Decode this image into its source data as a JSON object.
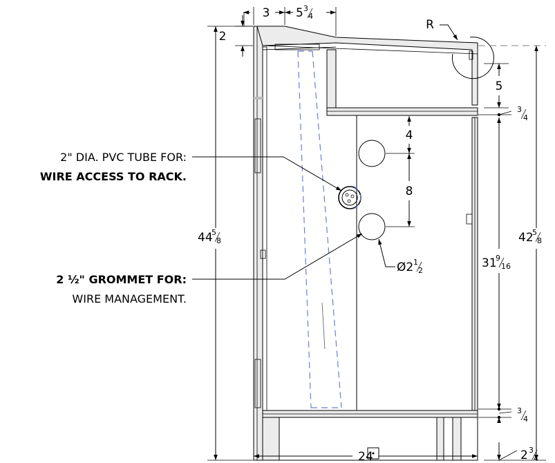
{
  "callouts": {
    "pvc_line1": "2\" DIA. PVC TUBE FOR:",
    "pvc_line2": "WIRE ACCESS TO RACK.",
    "grommet_line1": "2 ½\" GROMMET FOR:",
    "grommet_line2": "WIRE MANAGEMENT."
  },
  "dimensions": {
    "top_offset": "3",
    "top_width_whole": "5",
    "top_width_frac": "3",
    "top_width_den": "4",
    "lip_height": "2",
    "radius_label": "R",
    "slope_drop": "5",
    "shelf_thk_upper_num": "3",
    "shelf_thk_upper_den": "4",
    "grommet_top_offset": "4",
    "grommet_spacing": "8",
    "grommet_dia_prefix": "Ø2",
    "grommet_dia_num": "1",
    "grommet_dia_den": "2",
    "overall_height_whole": "44",
    "overall_height_num": "5",
    "overall_height_den": "8",
    "cabinet_height_whole": "31",
    "cabinet_height_num": "9",
    "cabinet_height_den": "16",
    "right_height_whole": "42",
    "right_height_num": "5",
    "right_height_den": "8",
    "shelf_thk_lower_num": "3",
    "shelf_thk_lower_den": "4",
    "base_height_whole": "2",
    "base_height_num": "3",
    "base_height_den": "4",
    "overall_width": "24"
  },
  "colors": {
    "line": "#000000",
    "hidden_tube": "#6a7bd6",
    "panel_fill": "#ececec"
  }
}
